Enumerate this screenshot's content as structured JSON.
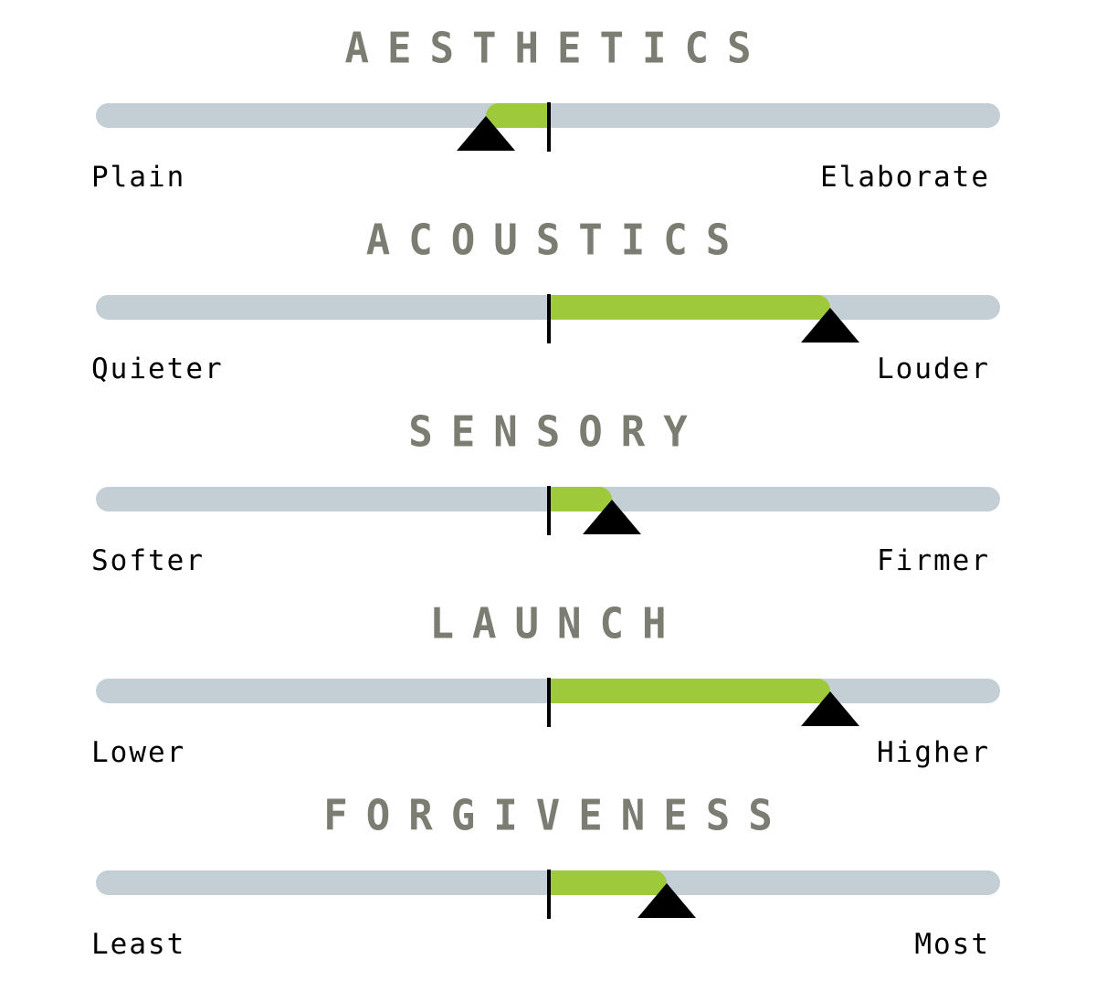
{
  "chart_data": {
    "type": "bar",
    "title": "",
    "scale": [
      -10,
      10
    ],
    "colors": {
      "track": "#c3ced5",
      "fill": "#9dc93a",
      "marker": "#000000",
      "title": "#7b7d72"
    },
    "categories": [
      "AESTHETICS",
      "ACOUSTICS",
      "SENSORY",
      "LAUNCH",
      "FORGIVENESS"
    ],
    "items": [
      {
        "title": "AESTHETICS",
        "low": "Plain",
        "high": "Elaborate",
        "value": -1.4
      },
      {
        "title": "ACOUSTICS",
        "low": "Quieter",
        "high": "Louder",
        "value": 6.2
      },
      {
        "title": "SENSORY",
        "low": "Softer",
        "high": "Firmer",
        "value": 1.4
      },
      {
        "title": "LAUNCH",
        "low": "Lower",
        "high": "Higher",
        "value": 6.2
      },
      {
        "title": "FORGIVENESS",
        "low": "Least",
        "high": "Most",
        "value": 2.6
      }
    ]
  }
}
